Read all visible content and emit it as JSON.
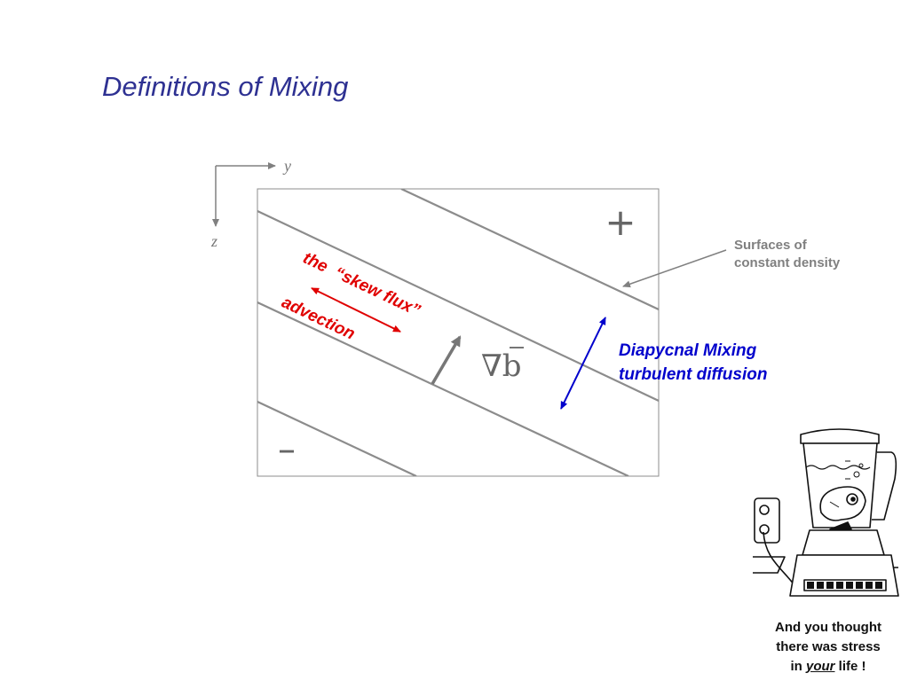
{
  "slide": {
    "title": "Definitions of Mixing"
  },
  "axes": {
    "y_label": "y",
    "z_label": "z"
  },
  "diagram": {
    "plus_sign": "+",
    "minus_sign": "–",
    "gradient_label": "∇b",
    "skew_flux_label": "the  “skew flux”",
    "advection_label": "advection",
    "surfaces_label_line1": "Surfaces of",
    "surfaces_label_line2": "constant density",
    "diapycnal_line1": "Diapycnal Mixing",
    "diapycnal_line2": "turbulent diffusion"
  },
  "cartoon": {
    "caption_line1": "And you thought",
    "caption_line2": "there was stress",
    "caption_in": "in",
    "caption_your": "your",
    "caption_life": "life !"
  },
  "colors": {
    "title": "#2e3192",
    "skew_flux": "#e00000",
    "diapycnal": "#0000cc",
    "surfaces": "#808080",
    "lines": "#8c8c8c"
  }
}
